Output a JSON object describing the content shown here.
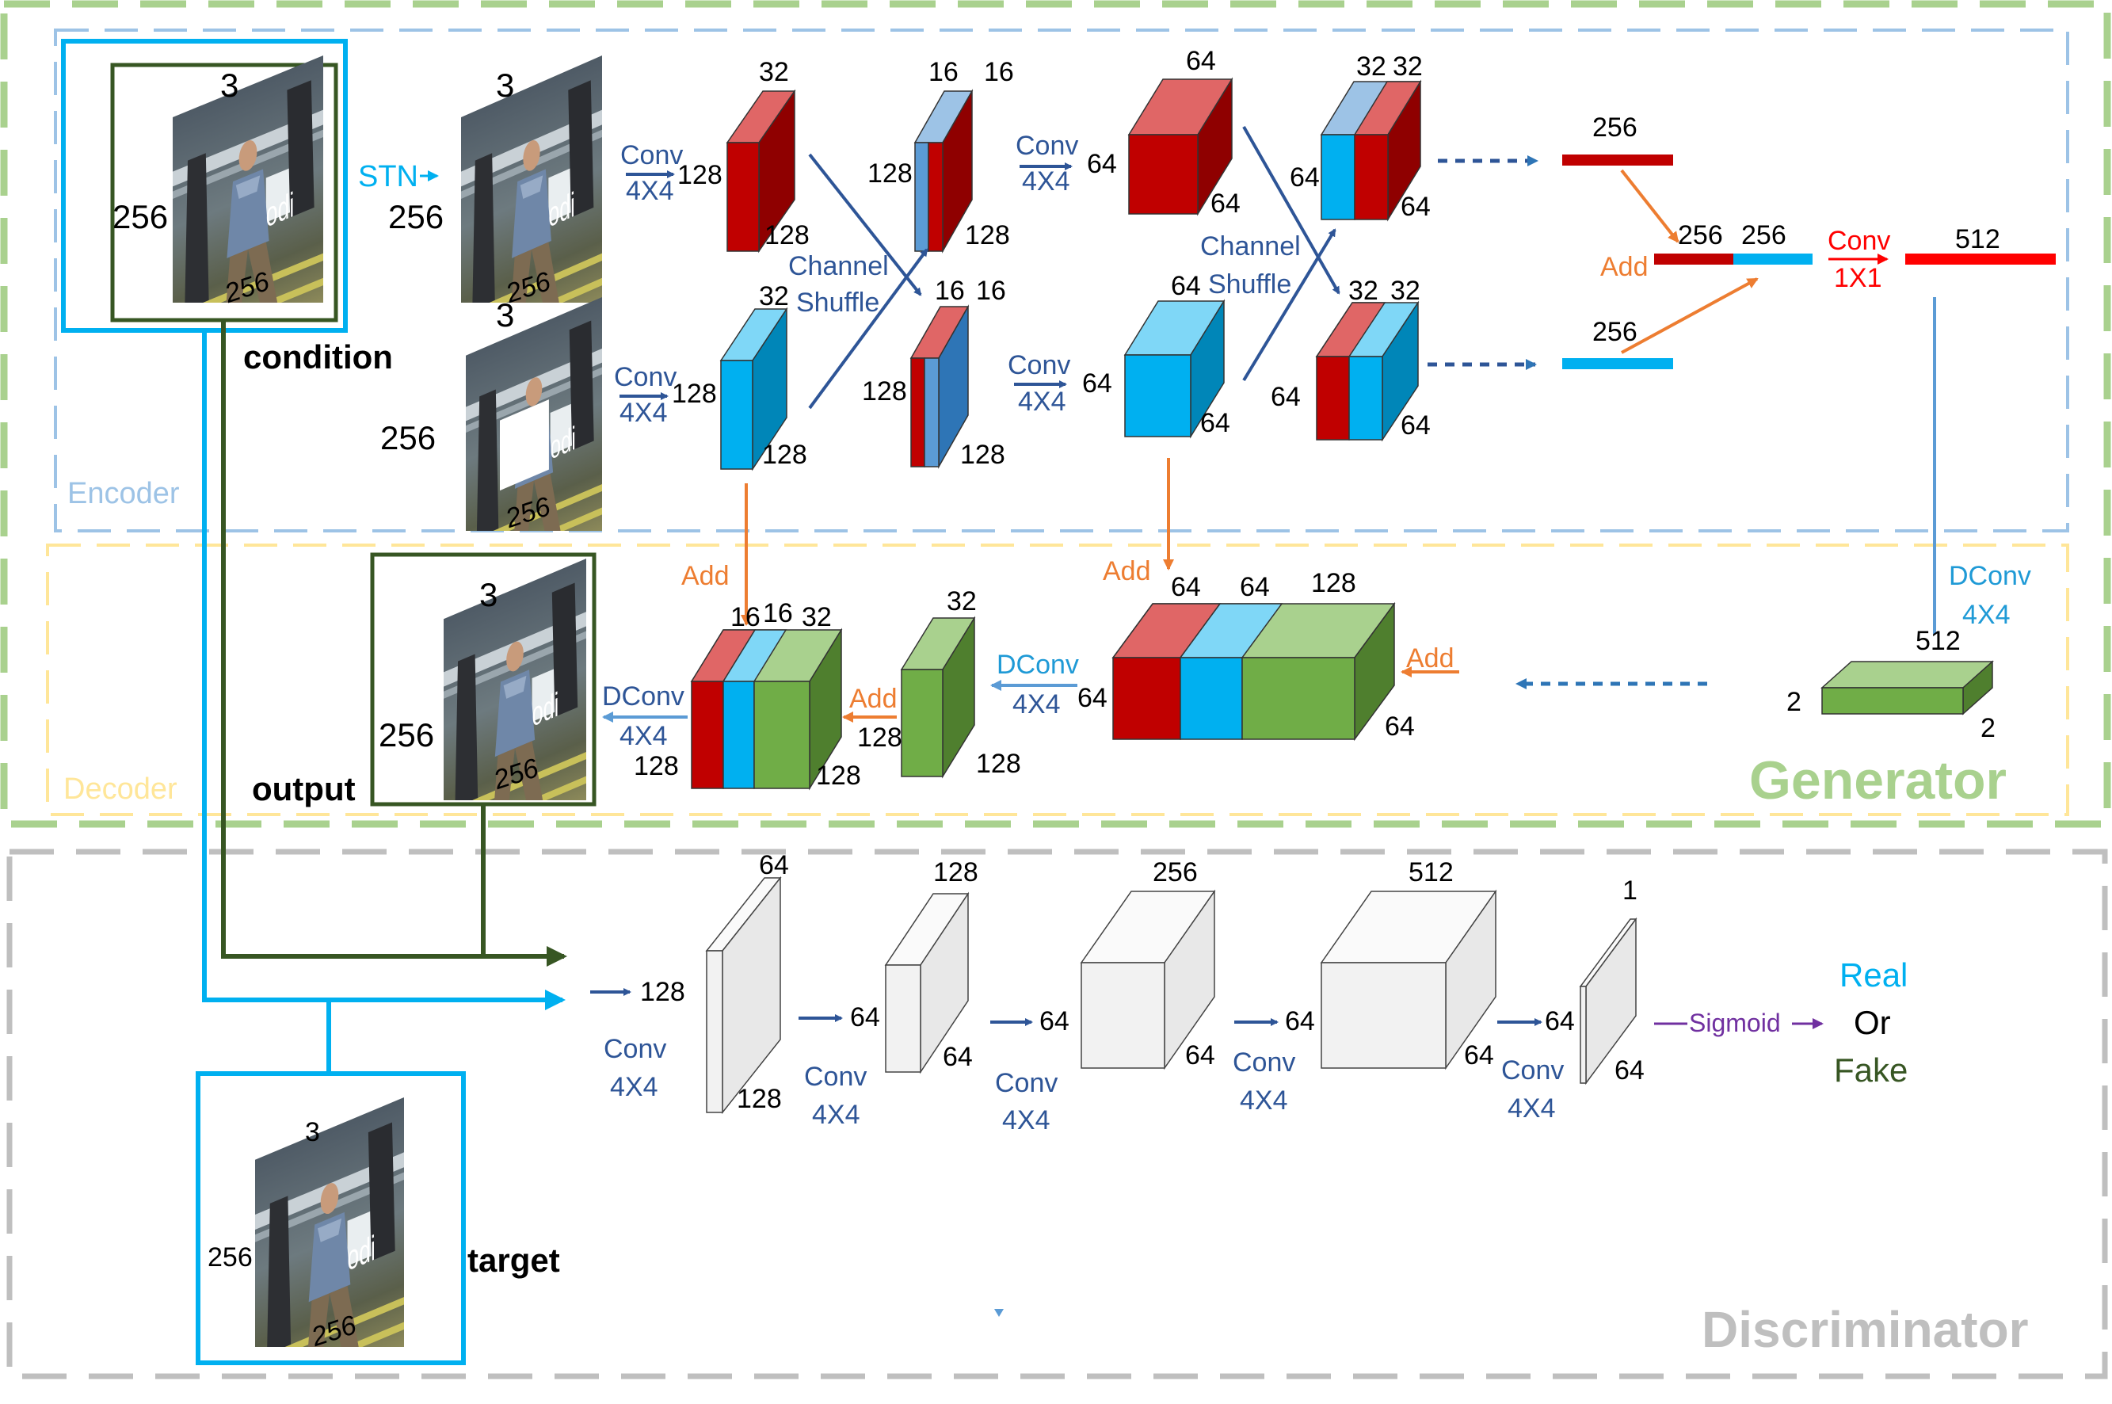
{
  "colors": {
    "generator_border": "#a9d18e",
    "encoder_border": "#9dc3e6",
    "decoder_border": "#ffe699",
    "discriminator_border": "#bfbfbf",
    "red_block": "#c00000",
    "cyan_block": "#00b0f0",
    "blue_block": "#5b9bd5",
    "green_block": "#70ad47",
    "gray_block": "#f2f2f2",
    "arrow_dark_blue": "#2e5597",
    "arrow_orange": "#ed7d31",
    "arrow_light_blue": "#00b0f0",
    "arrow_dark_green": "#375623",
    "arrow_purple": "#7030a0"
  },
  "sections": {
    "generator": "Generator",
    "encoder": "Encoder",
    "decoder": "Decoder",
    "discriminator": "Discriminator"
  },
  "images": {
    "condition": {
      "label": "condition",
      "channels": "3",
      "height": "256",
      "width": "256"
    },
    "stn_output": {
      "channels": "3",
      "height": "256",
      "width": "256"
    },
    "masked": {
      "channels": "3",
      "height": "256",
      "width": "256"
    },
    "output": {
      "label": "output",
      "channels": "3",
      "height": "256",
      "width": "256"
    },
    "target": {
      "label": "target",
      "channels": "3",
      "height": "256",
      "width": "256"
    }
  },
  "ops": {
    "stn": "STN",
    "conv": "Conv",
    "k4x4": "4X4",
    "k1x1": "1X1",
    "dconv": "DConv",
    "add": "Add",
    "channel": "Channel",
    "shuffle": "Shuffle",
    "sigmoid": "Sigmoid"
  },
  "encoder": {
    "top_block1": {
      "depth": "32",
      "height": "128",
      "width": "128"
    },
    "bottom_block1": {
      "depth": "32",
      "height": "128",
      "width": "128"
    },
    "top_block2": {
      "depth_a": "16",
      "depth_b": "16",
      "height": "128",
      "width": "128"
    },
    "bottom_block2": {
      "depth_a": "16",
      "depth_b": "16",
      "height": "128",
      "width": "128"
    },
    "top_block3": {
      "depth": "64",
      "height": "64",
      "width": "64"
    },
    "bottom_block3": {
      "depth": "64",
      "height": "64",
      "width": "64"
    },
    "top_block4": {
      "depth_a": "32",
      "depth_b": "32",
      "height": "64",
      "width": "64"
    },
    "bottom_block4": {
      "depth_a": "32",
      "depth_b": "32",
      "height": "64",
      "width": "64"
    },
    "top_vec": "256",
    "bottom_vec": "256",
    "sum_vec_a": "256",
    "sum_vec_b": "256",
    "out_vec": "512"
  },
  "decoder": {
    "bottleneck": {
      "depth": "512",
      "height": "2",
      "width": "2"
    },
    "big_block": {
      "d1": "64",
      "d2": "64",
      "d3": "128",
      "height": "64",
      "width": "64"
    },
    "green_block": {
      "depth": "32",
      "height": "128",
      "width": "128"
    },
    "concat_block": {
      "d1": "16",
      "d2": "16",
      "d3": "32",
      "height": "128",
      "width": "128"
    }
  },
  "discriminator": {
    "layers": [
      {
        "depth": "64",
        "height": "128",
        "width": "128"
      },
      {
        "depth": "128",
        "height": "64",
        "width": "64"
      },
      {
        "depth": "256",
        "height": "64",
        "width": "64"
      },
      {
        "depth": "512",
        "height": "64",
        "width": "64"
      },
      {
        "depth": "1",
        "height": "64",
        "width": "64"
      }
    ],
    "result": {
      "real": "Real",
      "or": "Or",
      "fake": "Fake"
    }
  }
}
